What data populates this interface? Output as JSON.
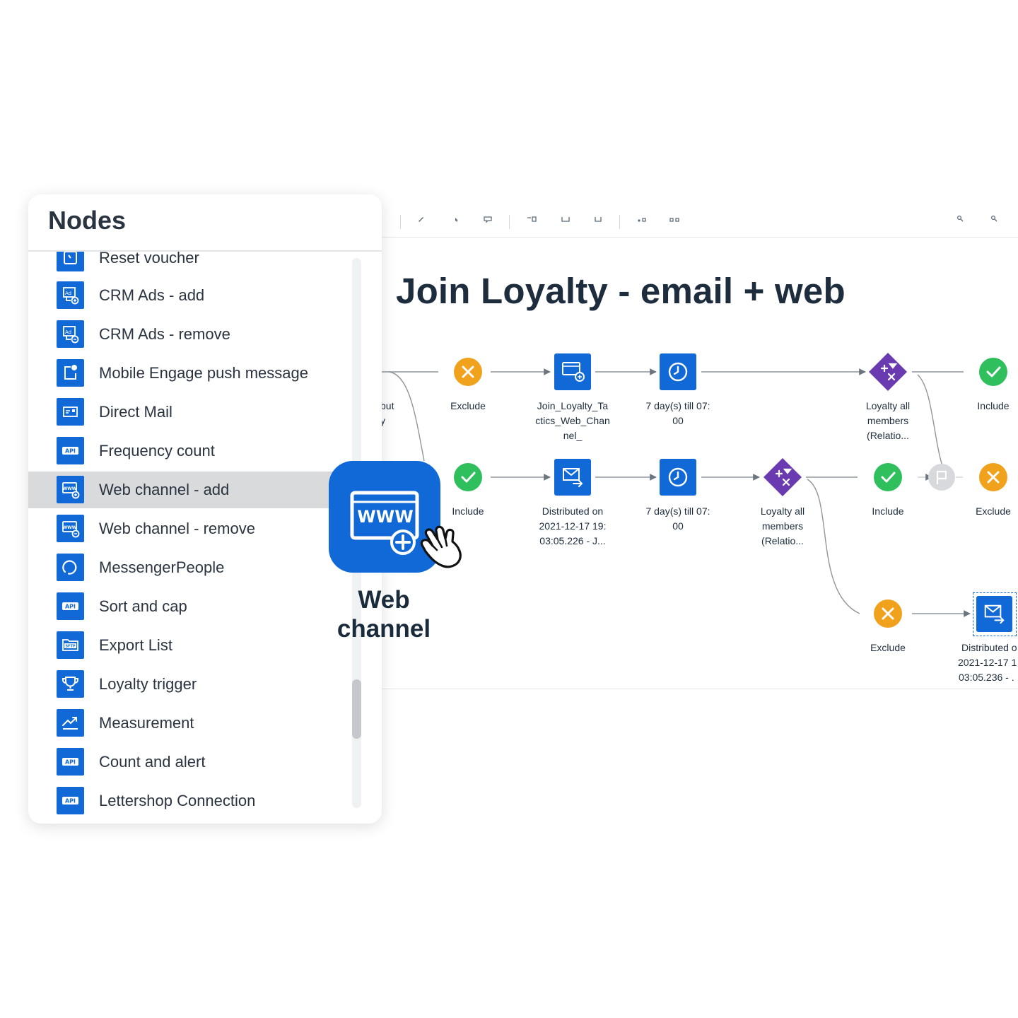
{
  "panel": {
    "title": "Nodes",
    "items": [
      {
        "label": "Reset voucher",
        "icon": "reset-voucher-icon"
      },
      {
        "label": "CRM Ads - add",
        "icon": "crm-ads-add-icon"
      },
      {
        "label": "CRM Ads - remove",
        "icon": "crm-ads-remove-icon"
      },
      {
        "label": "Mobile Engage push message",
        "icon": "mobile-push-icon"
      },
      {
        "label": "Direct Mail",
        "icon": "direct-mail-icon"
      },
      {
        "label": "Frequency count",
        "icon": "api-icon"
      },
      {
        "label": "Web channel - add",
        "icon": "web-channel-add-icon",
        "selected": true
      },
      {
        "label": "Web channel - remove",
        "icon": "web-channel-remove-icon"
      },
      {
        "label": "MessengerPeople",
        "icon": "messenger-icon"
      },
      {
        "label": "Sort and cap",
        "icon": "api-icon"
      },
      {
        "label": "Export List",
        "icon": "sftp-icon"
      },
      {
        "label": "Loyalty trigger",
        "icon": "trophy-icon"
      },
      {
        "label": "Measurement",
        "icon": "chart-trend-icon"
      },
      {
        "label": "Count and alert",
        "icon": "api-icon"
      },
      {
        "label": "Lettershop Connection",
        "icon": "api-icon"
      }
    ]
  },
  "drag": {
    "line1": "Web",
    "line2": "channel",
    "icon_text": "WWW"
  },
  "canvas": {
    "title": "Join Loyalty - email + web",
    "partial_left_label": {
      "line1": "but",
      "line2": "y"
    },
    "labels": {
      "n1": [
        "Exclude"
      ],
      "n2": [
        "Join_Loyalty_Ta",
        "ctics_Web_Chan",
        "nel_"
      ],
      "n3": [
        "7 day(s) till 07:",
        "00"
      ],
      "n4": [
        "Loyalty all",
        "members",
        "(Relatio..."
      ],
      "n5": [
        "Include"
      ],
      "n6": [
        "Include"
      ],
      "n7": [
        "Distributed on",
        "2021-12-17 19:",
        "03:05.226 - J..."
      ],
      "n8": [
        "7 day(s) till 07:",
        "00"
      ],
      "n9": [
        "Loyalty all",
        "members",
        "(Relatio..."
      ],
      "n10": [
        "Include"
      ],
      "n12": [
        "Exclude"
      ],
      "n13": [
        "Exclude"
      ],
      "n14": [
        "Distributed o",
        "2021-12-17 1",
        "03:05.236 - ."
      ]
    }
  },
  "colors": {
    "primary_blue": "#1169d8",
    "exclude_orange": "#f0a21c",
    "include_green": "#2fbf5d",
    "split_purple": "#6a3bb0",
    "inactive_gray": "#d7d9dc",
    "selected_row": "#d9dadc"
  }
}
